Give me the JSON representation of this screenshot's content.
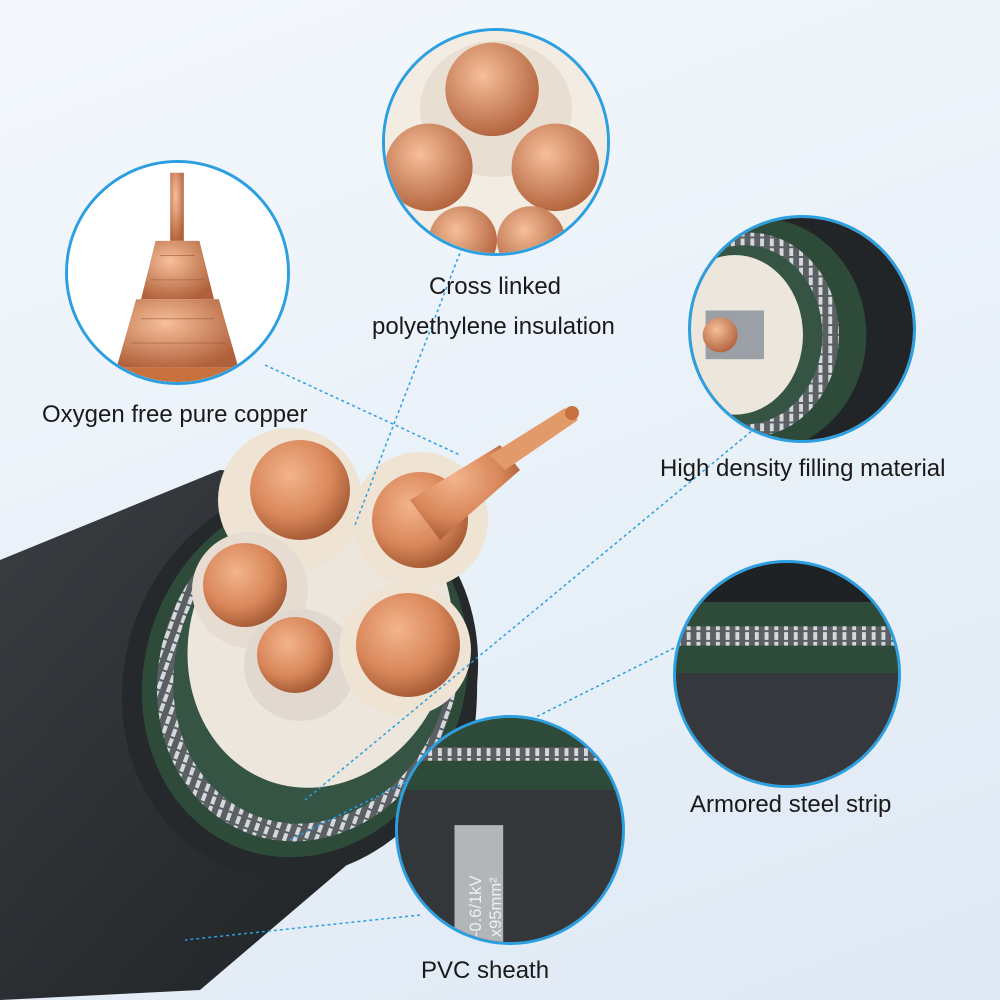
{
  "labels": {
    "conductor": "Oxygen free pure copper",
    "insulation_line1": "Cross linked",
    "insulation_line2": "polyethylene insulation",
    "filling": "High density filling material",
    "armor": "Armored steel strip",
    "sheath": "PVC sheath"
  },
  "cable_print": {
    "line1": "-0.6/1kV",
    "line2": "x95mm²"
  },
  "colors": {
    "lens_border": "#2b9fe0",
    "copper": "#d9875a",
    "sheath": "#2a2d30",
    "bedding": "#2e4a38",
    "leader_line": "#2b9fe0"
  }
}
